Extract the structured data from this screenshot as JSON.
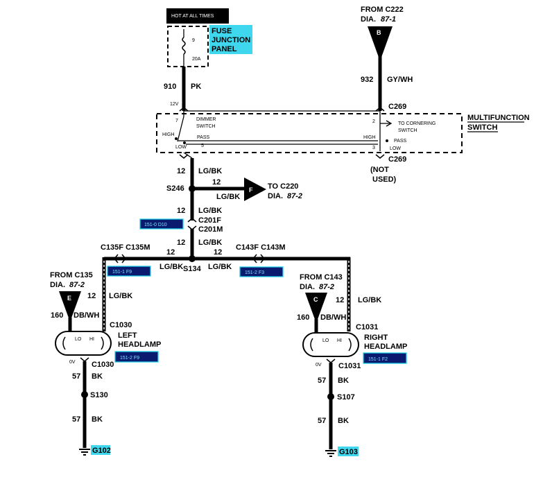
{
  "header": {
    "hot_label": "HOT AT ALL TIMES"
  },
  "fuse_panel": {
    "label_line1": "FUSE",
    "label_line2": "JUNCTION",
    "label_line3": "PANEL",
    "fuse_number": "9",
    "fuse_rating": "20A"
  },
  "from_c222": {
    "line1": "FROM C222",
    "line2_prefix": "DIA.",
    "line2_ref": "87-1",
    "letter": "B"
  },
  "wire_910": {
    "circuit": "910",
    "color": "PK",
    "voltage": "12V"
  },
  "wire_932": {
    "circuit": "932",
    "color": "GY/WH"
  },
  "c269_top": "C269",
  "c269_bottom": "C269",
  "not_used": {
    "line1": "(NOT",
    "line2": "USED)"
  },
  "multifunction_switch": {
    "title_line1": "MULTIFUNCTION",
    "title_line2": "SWITCH",
    "pin7": "7",
    "pin5": "5",
    "pin2": "2",
    "pin3": "3",
    "dimmer_line1": "DIMMER",
    "dimmer_line2": "SWITCH",
    "high_left": "HIGH",
    "low_left": "LOW",
    "pass_left": "PASS",
    "high_right": "HIGH",
    "pass_right": "PASS",
    "low_right": "LOW",
    "cornering_line1": "TO CORNERING",
    "cornering_line2": "SWITCH"
  },
  "trunk": {
    "gauge_a": "12",
    "color_a": "LG/BK",
    "gauge_b": "12",
    "color_b": "LG/BK",
    "gauge_c": "12",
    "color_c": "LG/BK"
  },
  "s246": {
    "label": "S246",
    "gauge": "12",
    "color": "LG/BK"
  },
  "to_c220": {
    "letter": "F",
    "line1": "TO C220",
    "line2_prefix": "DIA.",
    "line2_ref": "87-2"
  },
  "c201": {
    "female": "C201F",
    "male": "C201M"
  },
  "s134": {
    "label": "S134",
    "gauge_left": "12",
    "color_left": "LG/BK",
    "gauge_right": "12",
    "color_right": "LG/BK"
  },
  "left_conn": {
    "label": "C135F C135M"
  },
  "right_conn": {
    "label": "C143F C143M"
  },
  "tags": {
    "c201": "151-0 D10",
    "left_conn": "151-1 F9",
    "right_conn": "151-2 F3",
    "left_headlamp": "151-2 F9",
    "right_headlamp": "151-1 F2"
  },
  "left_headlamp": {
    "from_line1": "FROM C135",
    "from_line2_prefix": "DIA.",
    "from_line2_ref": "87-2",
    "letter": "E",
    "gauge_lg": "12",
    "color_lg": "LG/BK",
    "circuit": "160",
    "circuit_color": "DB/WH",
    "conn_top": "C1030",
    "name_line1": "LEFT",
    "name_line2": "HEADLAMP",
    "lo": "LO",
    "hi": "HI",
    "zero_v": "0V",
    "conn_bottom": "C1030",
    "ground_circuit_a": "57",
    "ground_color_a": "BK",
    "splice": "S130",
    "ground_circuit_b": "57",
    "ground_color_b": "BK",
    "ground": "G102"
  },
  "right_headlamp": {
    "from_line1": "FROM C143",
    "from_line2_prefix": "DIA.",
    "from_line2_ref": "87-2",
    "letter": "C",
    "gauge_lg": "12",
    "color_lg": "LG/BK",
    "circuit": "160",
    "circuit_color": "DB/WH",
    "conn_top": "C1031",
    "name_line1": "RIGHT",
    "name_line2": "HEADLAMP",
    "lo": "LO",
    "hi": "HI",
    "zero_v": "0V",
    "conn_bottom": "C1031",
    "ground_circuit_a": "57",
    "ground_color_a": "BK",
    "splice": "S107",
    "ground_circuit_b": "57",
    "ground_color_b": "BK",
    "ground": "G103"
  }
}
